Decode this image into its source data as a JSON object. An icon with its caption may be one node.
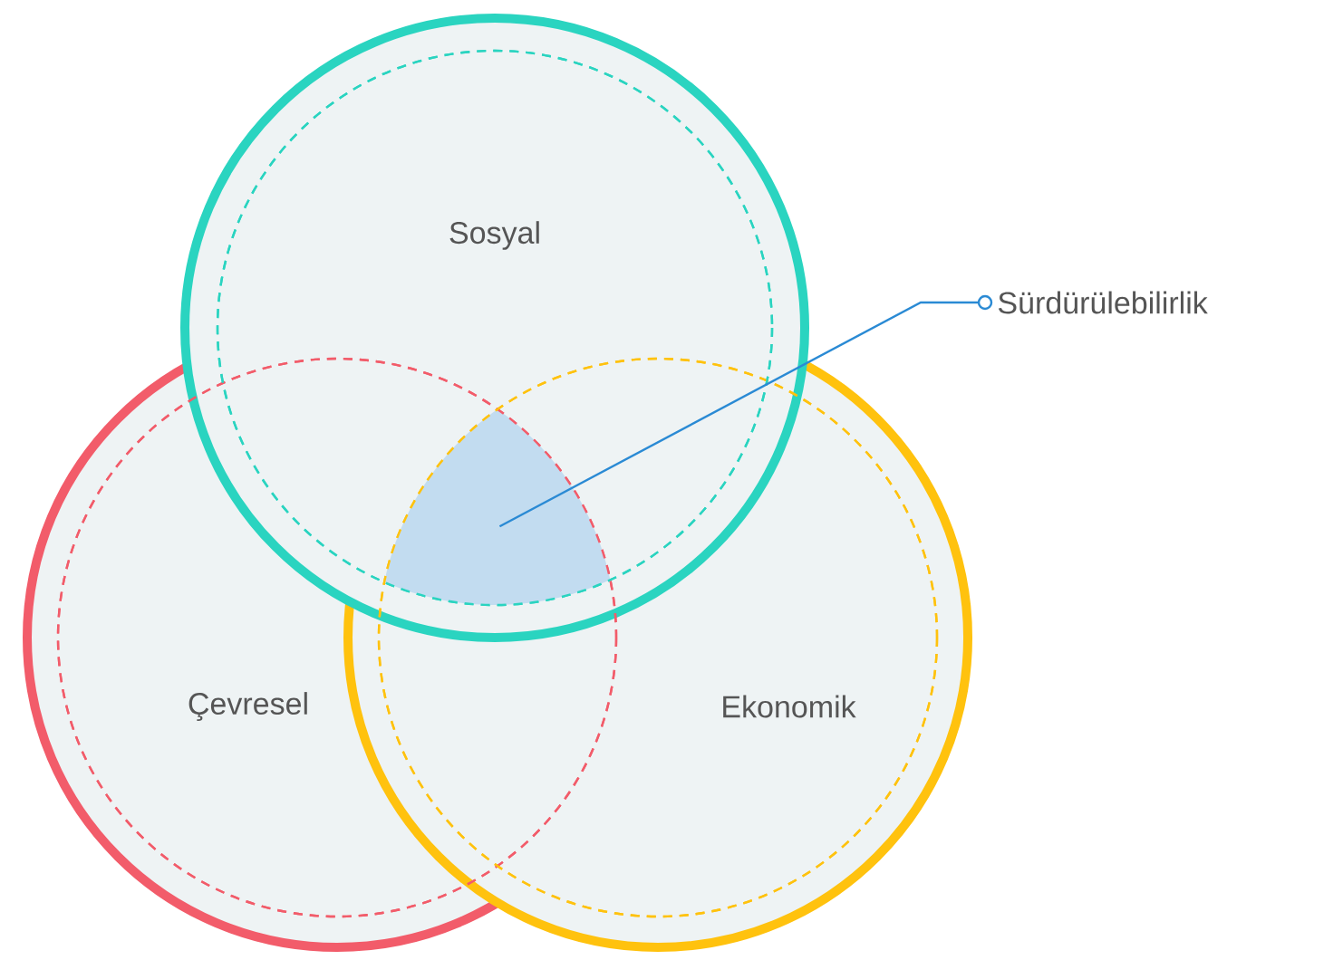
{
  "diagram": {
    "nodes": [
      {
        "text": [
          "Sosyal"
        ]
      },
      {
        "text": [
          "Çevresel"
        ]
      },
      {
        "text": [
          "Ekonomik"
        ]
      },
      {
        "text": [
          "Sürdürülebilirlik"
        ]
      },
      {
        "text": [],
        "shape": "triangle"
      }
    ],
    "edges": [
      {
        "from": 3,
        "to": 4,
        "arrow": "other"
      }
    ]
  }
}
